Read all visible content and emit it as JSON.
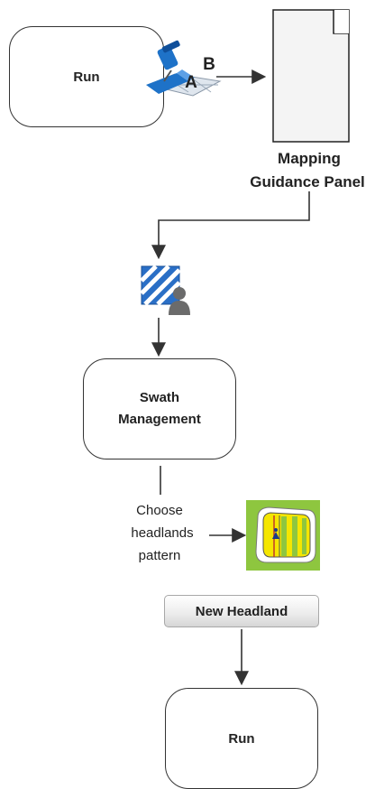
{
  "nodes": {
    "run_top": "Run",
    "mapping_panel_line1": "Mapping",
    "mapping_panel_line2": "Guidance Panel",
    "swath_line1": "Swath",
    "swath_line2": "Management",
    "choose_line1": "Choose",
    "choose_line2": "headlands",
    "choose_line3": "pattern",
    "new_headland_button": "New Headland",
    "run_bottom": "Run"
  },
  "icons": {
    "ab_letter_a": "A",
    "ab_letter_b": "B",
    "ab_icon": "ab-line-pin-icon",
    "swath_icon": "swath-person-icon",
    "headland_icon": "headland-pattern-icon"
  },
  "colors": {
    "line": "#333333",
    "swath_blue": "#2a6fc6",
    "headland_green": "#8ec63f",
    "headland_yellow": "#f5e600",
    "pin_blue": "#1e72c8"
  }
}
